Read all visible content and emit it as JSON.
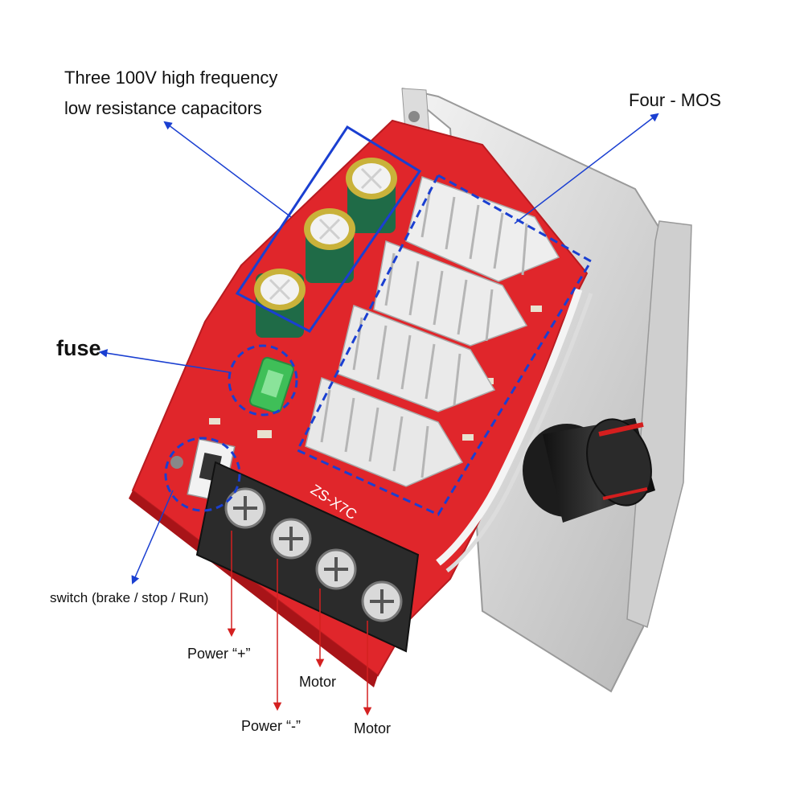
{
  "labels": {
    "capacitors_line1": "Three 100V high frequency",
    "capacitors_line2": "low resistance capacitors",
    "mos": "Four - MOS",
    "fuse": "fuse",
    "switch": "switch (brake / stop / Run)",
    "power_plus": "Power “+”",
    "motor_1": "Motor",
    "power_minus": "Power “-”",
    "motor_2": "Motor"
  },
  "board_silkscreen": "ZS-X7C",
  "colors": {
    "pcb": "#e0262b",
    "heatsink": "#e8e8e8",
    "capacitor": "#1f6b47",
    "fuse": "#3fbf58",
    "terminal_block": "#2b2b2b",
    "knob": "#222222",
    "highlight_outline": "#1a3fd1",
    "callout_arrow_blue": "#1a3fd1",
    "callout_arrow_red": "#d42020"
  }
}
